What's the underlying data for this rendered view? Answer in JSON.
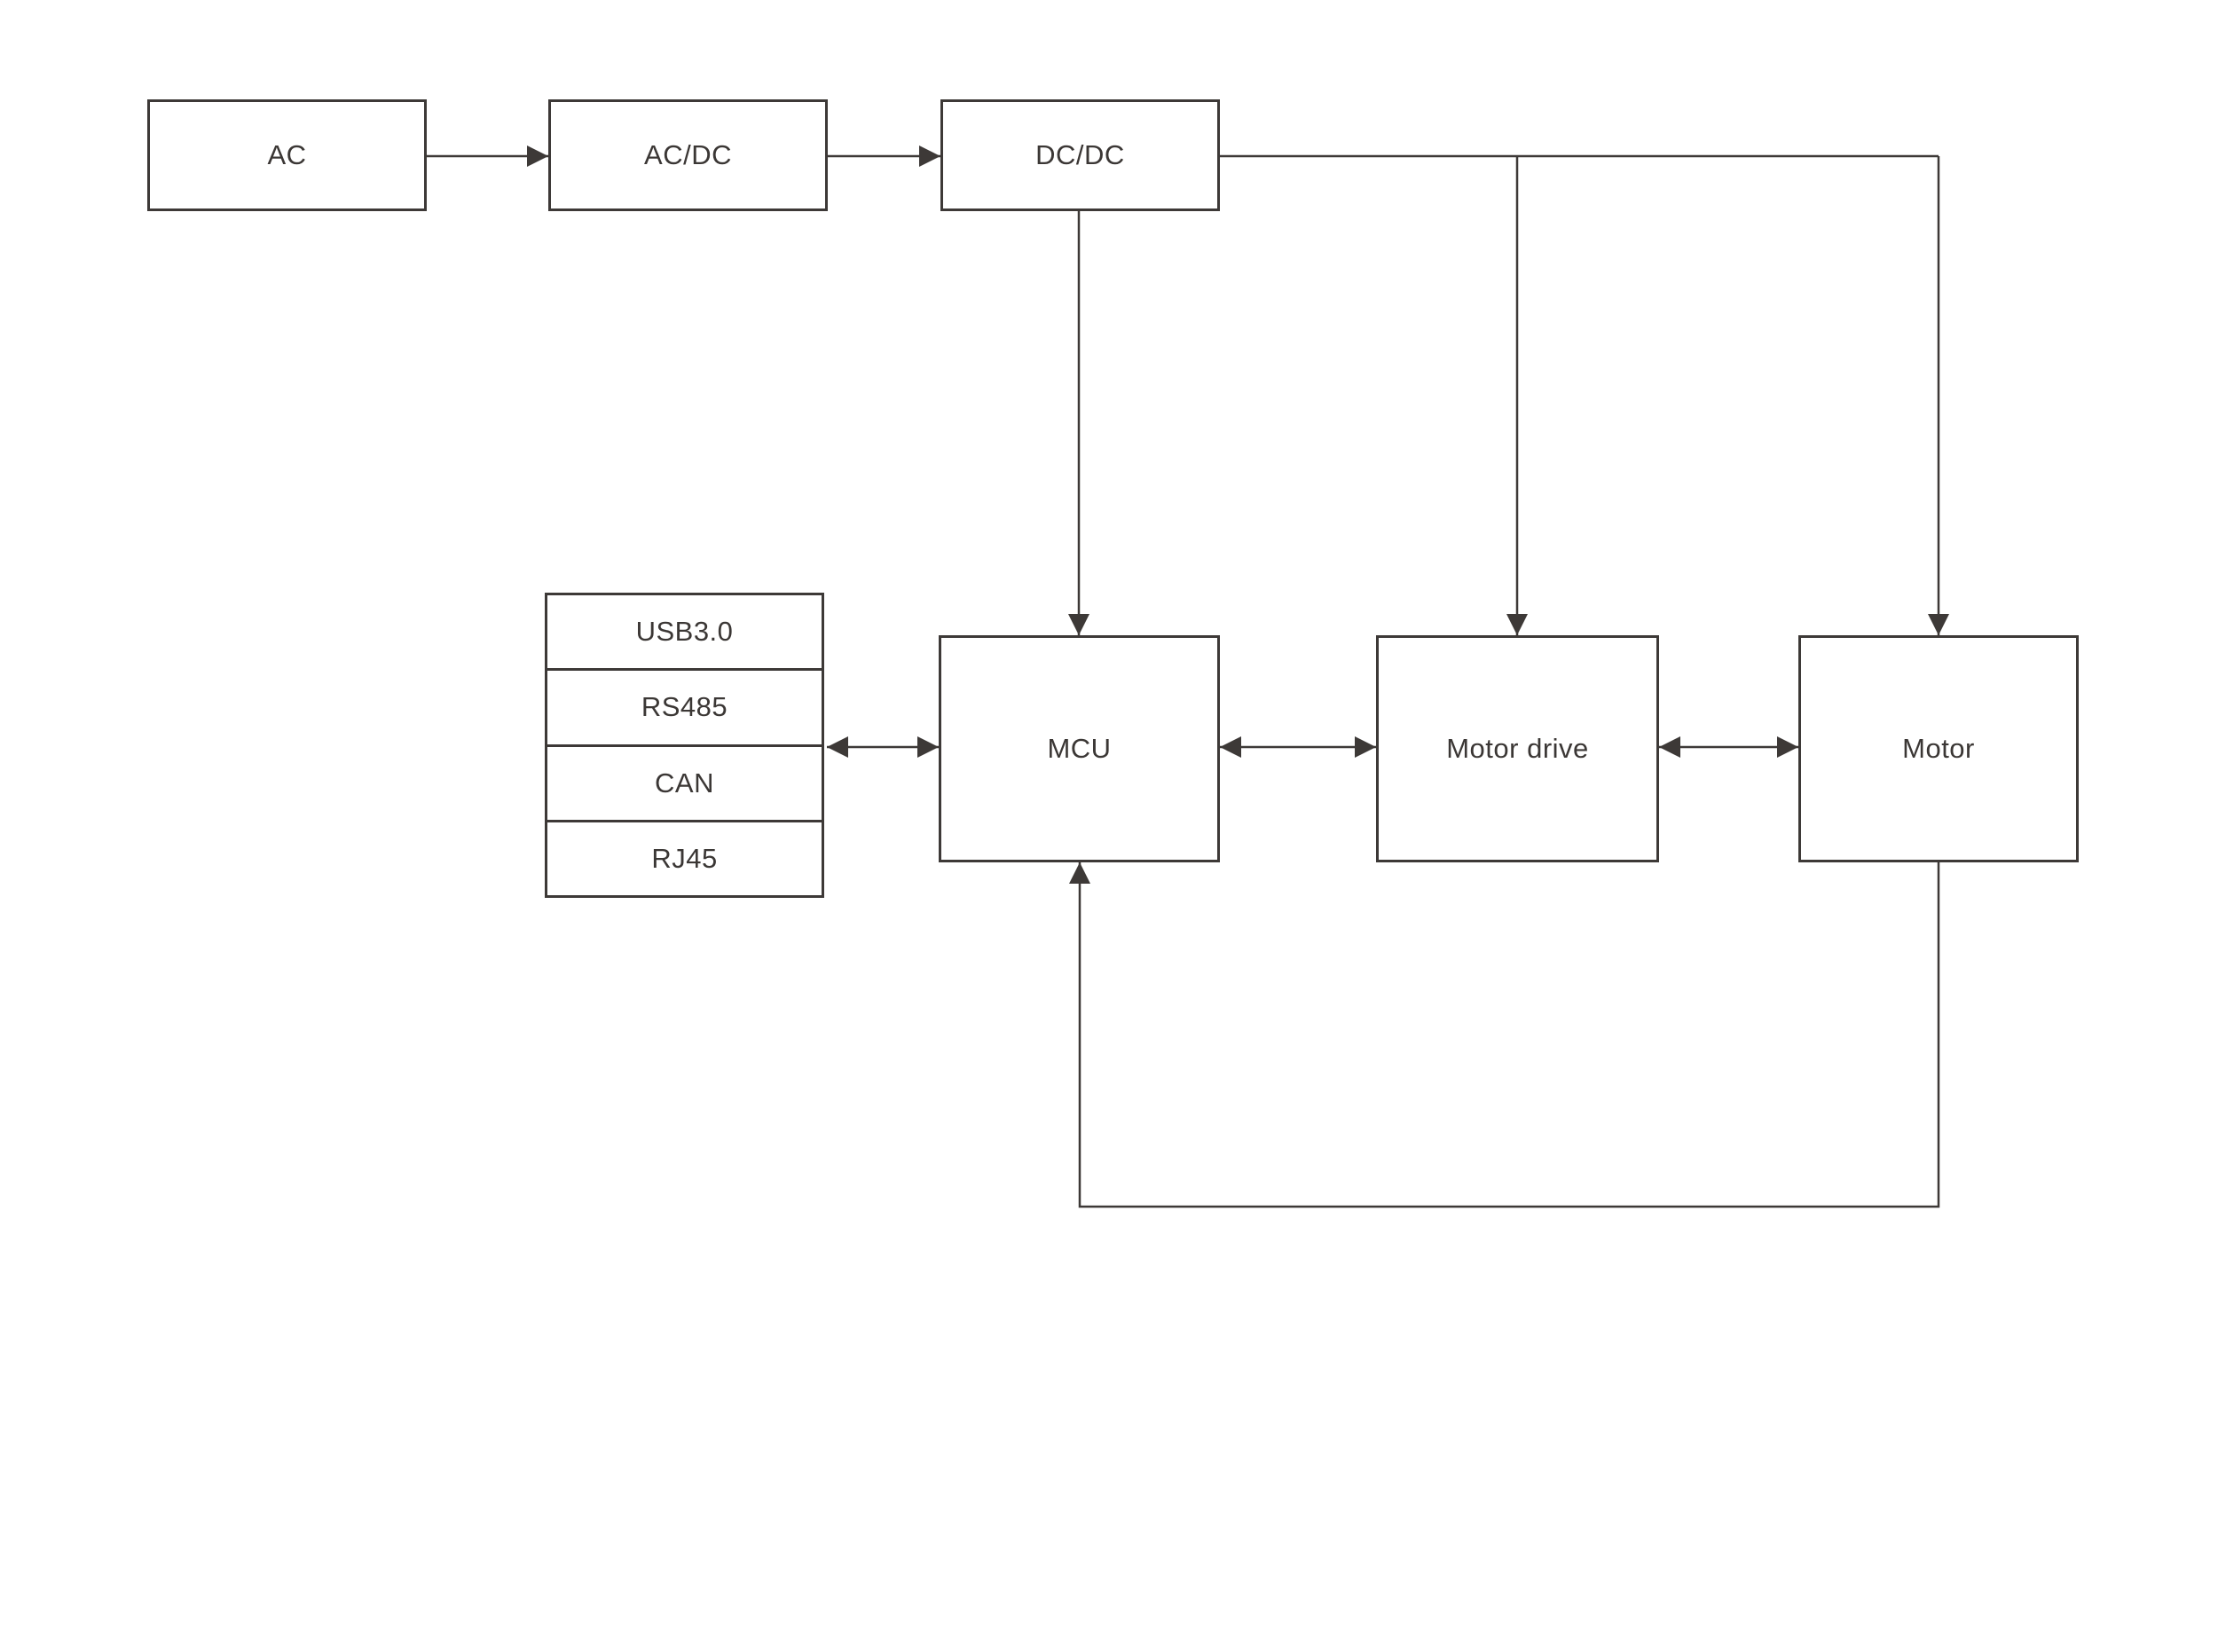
{
  "diagram": {
    "background_color": "#ffffff",
    "stroke_color": "#3d3937",
    "text_color": "#3b3735",
    "blocks": {
      "ac": "AC",
      "ac_dc": "AC/DC",
      "dc_dc": "DC/DC",
      "mcu": "MCU",
      "motor_drive": "Motor drive",
      "motor": "Motor"
    },
    "interface_stack": {
      "rows": [
        "USB3.0",
        "RS485",
        "CAN",
        "RJ45"
      ]
    },
    "connections": [
      {
        "from": "AC",
        "to": "AC/DC",
        "type": "arrow"
      },
      {
        "from": "AC/DC",
        "to": "DC/DC",
        "type": "arrow"
      },
      {
        "from": "DC/DC",
        "to": "MCU",
        "type": "arrow"
      },
      {
        "from": "DC/DC",
        "to": "Motor drive",
        "type": "arrow"
      },
      {
        "from": "DC/DC",
        "to": "Motor",
        "type": "arrow"
      },
      {
        "from": "Interface stack",
        "to": "MCU",
        "type": "bidirectional"
      },
      {
        "from": "MCU",
        "to": "Motor drive",
        "type": "bidirectional"
      },
      {
        "from": "Motor drive",
        "to": "Motor",
        "type": "bidirectional"
      },
      {
        "from": "Motor",
        "to": "MCU",
        "type": "feedback-arrow"
      }
    ]
  }
}
